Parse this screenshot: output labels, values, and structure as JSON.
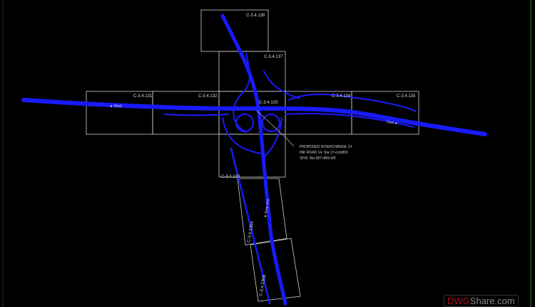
{
  "colors": {
    "background": "#000000",
    "roads": "#1a1aff",
    "sheet_frames": "#cfcfcf",
    "border": "#1a8a1a"
  },
  "sheets": {
    "s131": "C-3.4.131",
    "s132": "C-3.4.132",
    "s133": "C-3.4.133",
    "s134": "C-3.4.134",
    "s135": "C-3.4.135",
    "s136": "C-3.4.136",
    "s136a": "C-3.4.136A",
    "s136b": "C-3.4.136B",
    "s137": "C-3.4.137",
    "s138": "C-3.4.138"
  },
  "annotation": {
    "line1": "PROPOSED INTERCHANGE 14",
    "line2": "INK ROAD 14, Sta 17+1dx800",
    "line3": "SFW, Sta 587+865.0/0"
  },
  "road_labels": {
    "solar_ra": "◄ Solar R/A",
    "west": "◄ West",
    "east": "East ►"
  },
  "watermark": {
    "part1": "DWG",
    "part2": "Share.com"
  }
}
